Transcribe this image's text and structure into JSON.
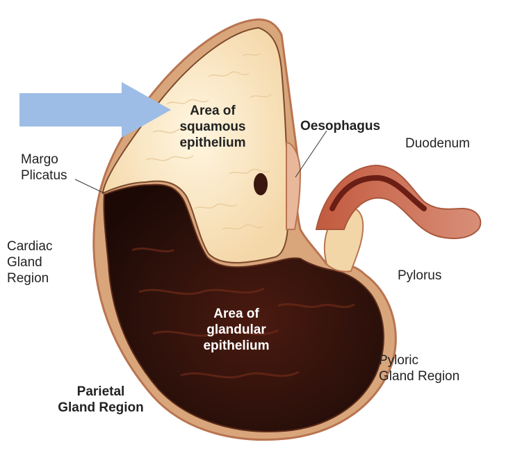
{
  "labels": {
    "squamous": [
      "Area of",
      "squamous",
      "epithelium"
    ],
    "oesophagus": "Oesophagus",
    "duodenum": "Duodenum",
    "margo": [
      "Margo",
      "Plicatus"
    ],
    "cardiac": [
      "Cardiac",
      "Gland",
      "Region"
    ],
    "pylorus": "Pylorus",
    "glandular": [
      "Area of",
      "glandular",
      "epithelium"
    ],
    "pyloric": [
      "Pyloric",
      "Gland Region"
    ],
    "parietal": [
      "Parietal",
      "Gland Region"
    ]
  },
  "colors": {
    "arrow": "#9dbde6",
    "outer_wall": "#c98a5e",
    "squamous_fill": "#fbecc8",
    "glandular_fill": "#2a120c",
    "duodenum_fill": "#9a3a2a"
  }
}
